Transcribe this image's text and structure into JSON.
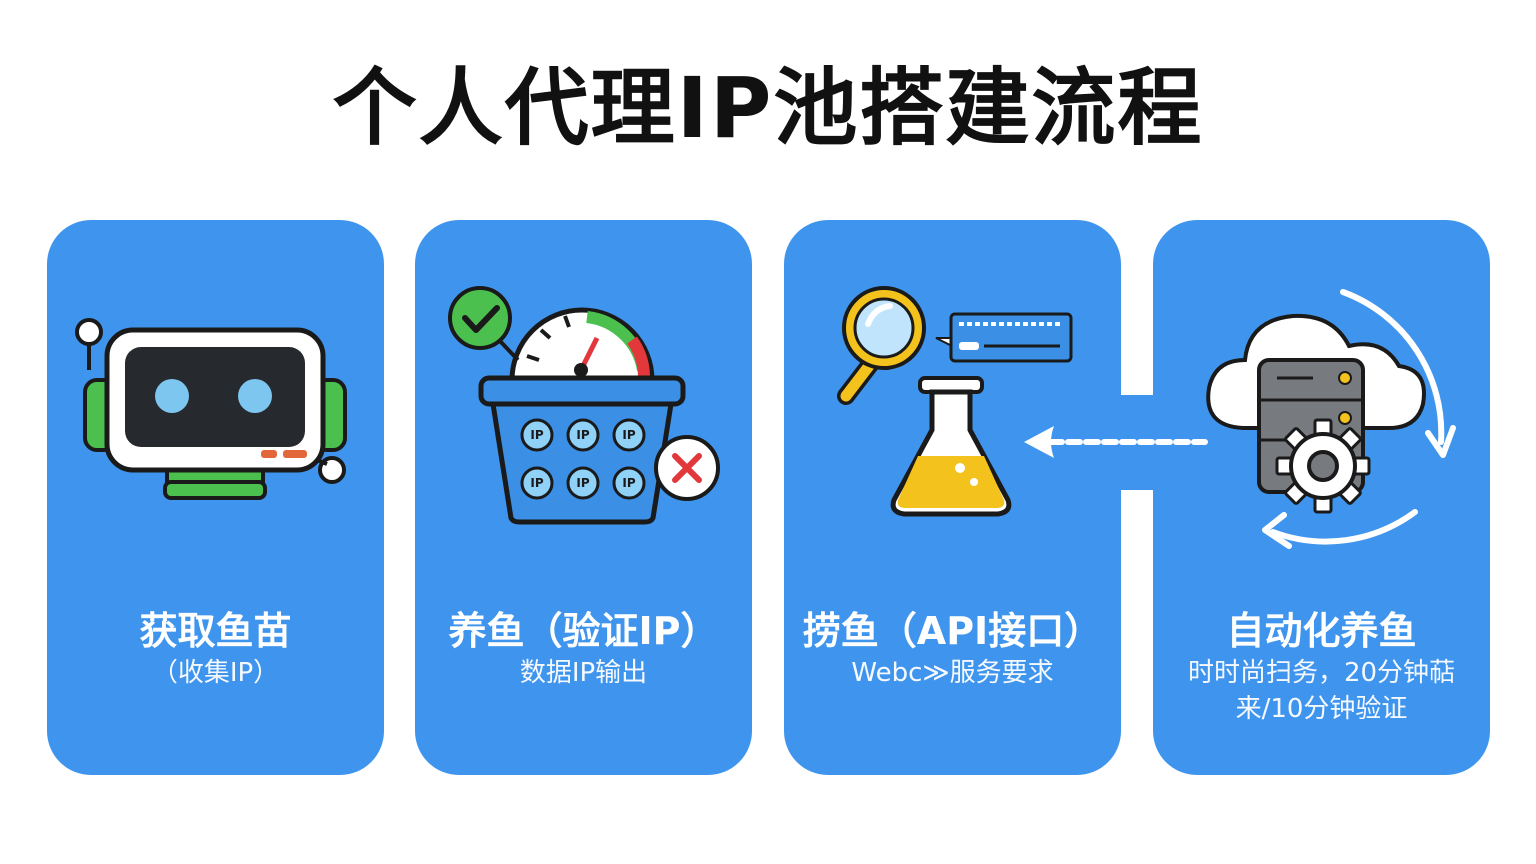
{
  "title": "个人代理IP池搭建流程",
  "colors": {
    "card": "#3f95ee",
    "title": "#111111",
    "text": "#ffffff"
  },
  "steps": [
    {
      "title": "获取鱼苗",
      "subtitle": "（收集IP）",
      "icon": "robot-monitor-icon"
    },
    {
      "title": "养鱼（验证IP）",
      "subtitle": "数据IP输出",
      "icon": "basket-gauge-icon"
    },
    {
      "title": "捞鱼（API接口）",
      "subtitle": "Webc≫服务要求",
      "icon": "magnifier-flask-icon"
    },
    {
      "title": "自动化养鱼",
      "subtitle": "时时尚扫务，20分钟萜\n来/10分钟验证",
      "icon": "cloud-server-gear-icon"
    }
  ],
  "basket_ip_labels": [
    "IP",
    "IP",
    "IP",
    "IP",
    "IP",
    "IP"
  ]
}
